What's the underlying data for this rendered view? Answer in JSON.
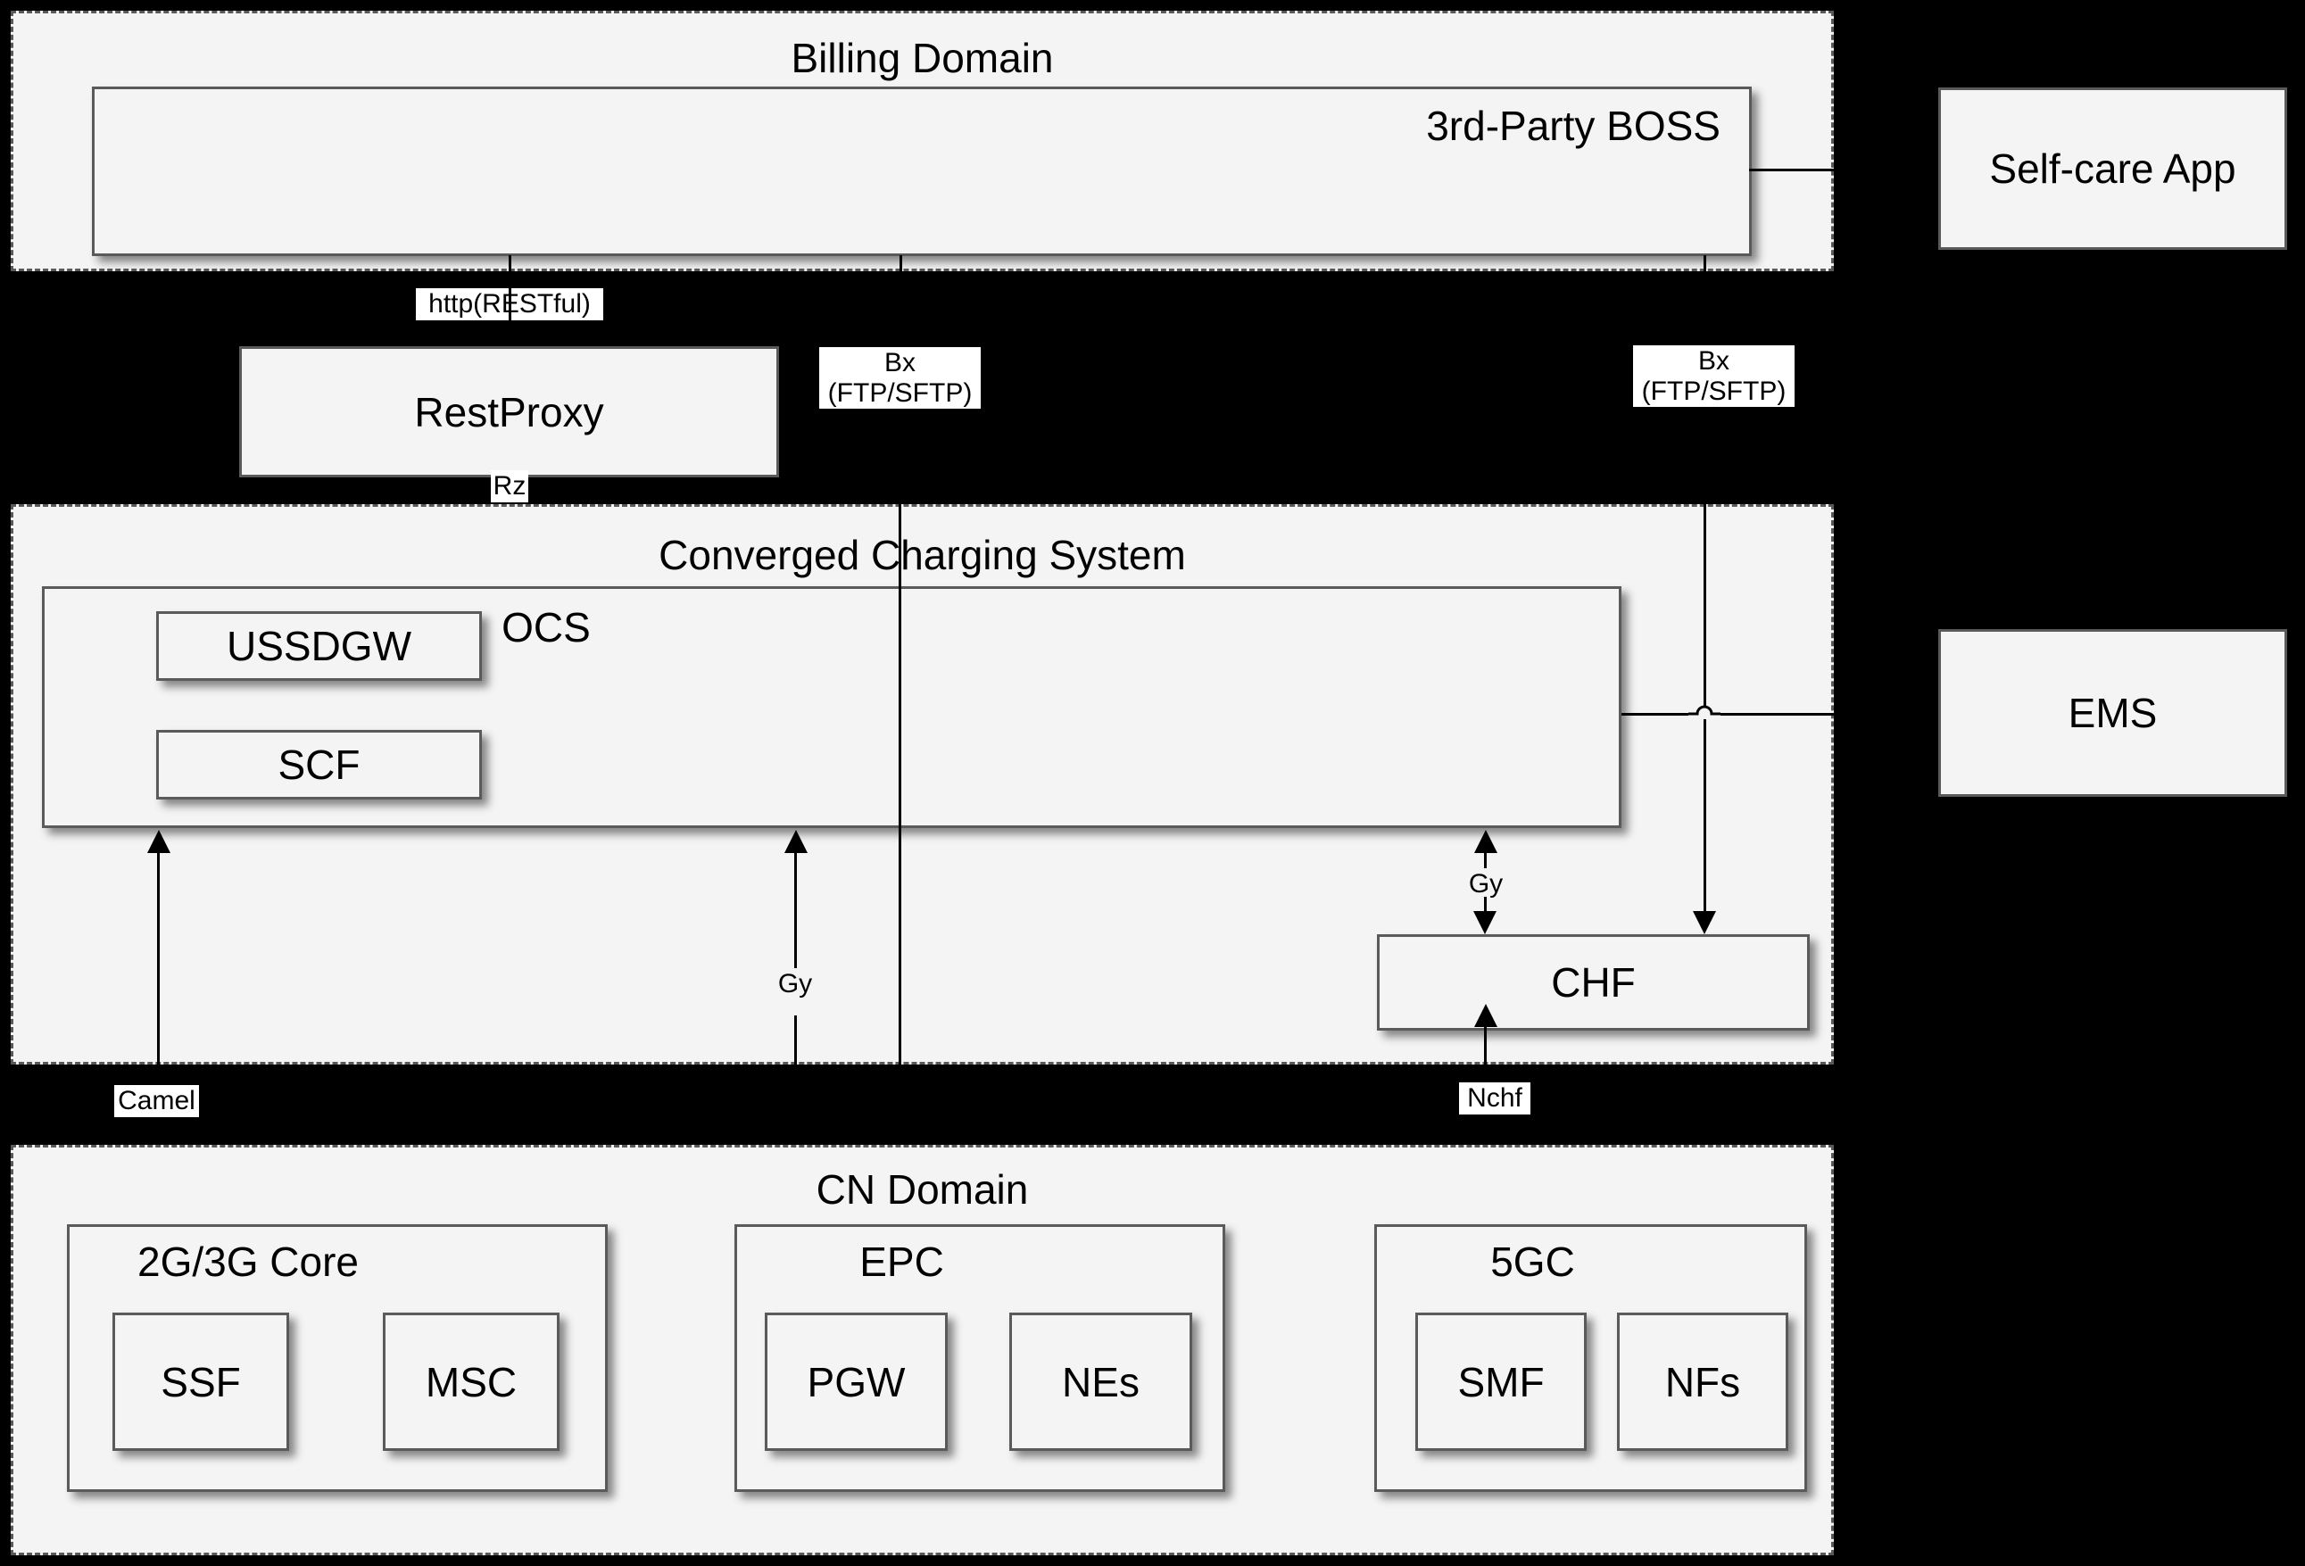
{
  "diagram": {
    "title": "Converged Charging System Architecture",
    "colors": {
      "panel_fill": "#f4f4f4",
      "box_fill": "#f4f4f4",
      "box_border": "#5a5a5a",
      "group_border": "#595959",
      "line": "#000000",
      "background": "#000000"
    }
  },
  "groups": {
    "billing_domain": {
      "title": "Billing Domain",
      "boxes": [
        {
          "label": "3rd-Party BOSS",
          "name": "third-party-boss-box"
        }
      ]
    },
    "converged_charging_system": {
      "title": "Converged Charging System",
      "boxes": [
        {
          "label": "OCS",
          "name": "ocs-box"
        },
        {
          "label": "USSDGW",
          "name": "ussdgw-box"
        },
        {
          "label": "SCF",
          "name": "scf-box"
        },
        {
          "label": "CHF",
          "name": "chf-box"
        }
      ]
    },
    "cn_domain": {
      "title": "CN Domain",
      "subgroups": [
        {
          "title": "2G/3G Core",
          "name": "two-three-g-core-box",
          "nodes": [
            {
              "label": "SSF",
              "name": "ssf-box"
            },
            {
              "label": "MSC",
              "name": "msc-box"
            }
          ]
        },
        {
          "title": "EPC",
          "name": "epc-box",
          "nodes": [
            {
              "label": "PGW",
              "name": "pgw-box"
            },
            {
              "label": "NEs",
              "name": "nes-box"
            }
          ]
        },
        {
          "title": "5GC",
          "name": "five-gc-box",
          "nodes": [
            {
              "label": "SMF",
              "name": "smf-box"
            },
            {
              "label": "NFs",
              "name": "nfs-box"
            }
          ]
        }
      ]
    }
  },
  "standalone_boxes": [
    {
      "label": "RestProxy",
      "name": "restproxy-box"
    },
    {
      "label": "Self-care App",
      "name": "self-care-app-box"
    },
    {
      "label": "EMS",
      "name": "ems-box"
    }
  ],
  "interface_labels": [
    {
      "name": "http-restful-label",
      "line1": "http(RESTful)",
      "line2": ""
    },
    {
      "name": "bx-ftp-sftp-label-left",
      "line1": "Bx",
      "line2": "(FTP/SFTP)"
    },
    {
      "name": "bx-ftp-sftp-label-right",
      "line1": "Bx",
      "line2": "(FTP/SFTP)"
    },
    {
      "name": "rz-label",
      "line1": "Rz",
      "line2": ""
    },
    {
      "name": "gy-label-left",
      "line1": "Gy",
      "line2": ""
    },
    {
      "name": "gy-label-right",
      "line1": "Gy",
      "line2": ""
    },
    {
      "name": "camel-label",
      "line1": "Camel",
      "line2": ""
    },
    {
      "name": "nchf-label",
      "line1": "Nchf",
      "line2": ""
    }
  ],
  "labels": {
    "billing_domain": "Billing Domain",
    "third_party_boss": "3rd-Party BOSS",
    "self_care_app": "Self-care App",
    "restproxy": "RestProxy",
    "http_restful": "http(RESTful)",
    "bx_line1": "Bx",
    "bx_line2": "(FTP/SFTP)",
    "converged_charging_system": "Converged Charging System",
    "ocs": "OCS",
    "ussdgw": "USSDGW",
    "scf": "SCF",
    "chf": "CHF",
    "ems": "EMS",
    "rz": "Rz",
    "gy": "Gy",
    "camel": "Camel",
    "nchf": "Nchf",
    "cn_domain": "CN Domain",
    "core_2g3g": "2G/3G Core",
    "ssf": "SSF",
    "msc": "MSC",
    "epc": "EPC",
    "pgw": "PGW",
    "nes": "NEs",
    "fivegc": "5GC",
    "smf": "SMF",
    "nfs": "NFs"
  }
}
